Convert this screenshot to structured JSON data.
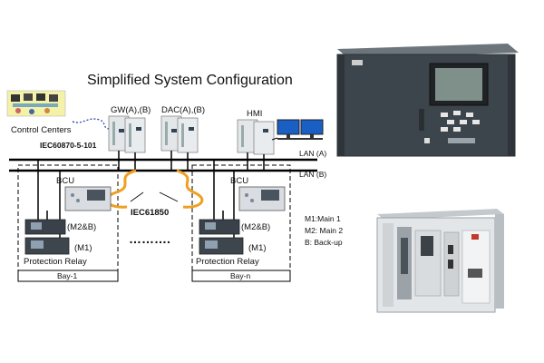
{
  "title": "Simplified System Configuration",
  "control_centers": "Control Centers",
  "protocol_top": "IEC60870-5-101",
  "gw_label": "GW(A),(B)",
  "dac_label": "DAC(A),(B)",
  "hmi_label": "HMI",
  "lan_a": "LAN (A)",
  "lan_b": "LAN (B)",
  "protocol_bus": "IEC61850",
  "bay_left": {
    "bcu": "BCU",
    "m2b": "(M2&B)",
    "m1": "(M1)",
    "relay": "Protection Relay",
    "bay_name": "Bay-1"
  },
  "bay_right": {
    "bcu": "BCU",
    "m2b": "(M2&B)",
    "m1": "(M1)",
    "relay": "Protection Relay",
    "bay_name": "Bay-n"
  },
  "dots": "……….",
  "legend": {
    "m1": "M1:Main 1",
    "m2": "M2: Main 2",
    "b": "B: Back-up"
  },
  "colors": {
    "bus_link": "#f0a020",
    "monitor": "#1a5fc4",
    "panel_dark": "#3a4148",
    "panel_light": "#e9ecef"
  }
}
